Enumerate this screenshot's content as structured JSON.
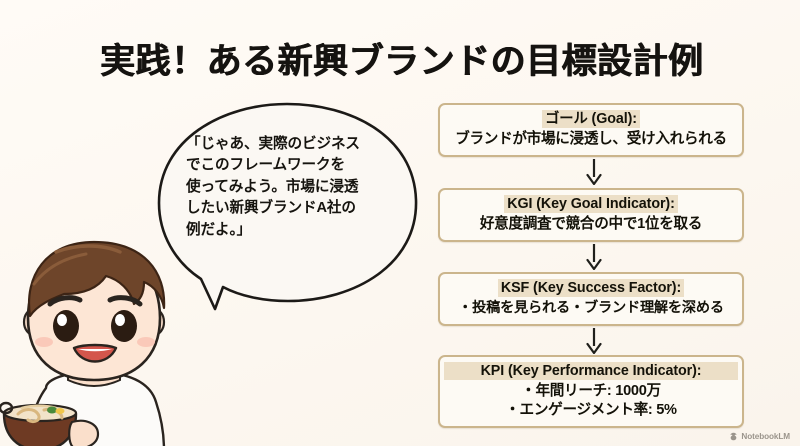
{
  "slide": {
    "background_color": "#fdf9f3",
    "title": "実践！ある新興ブランドの目標設計例"
  },
  "speech_bubble": {
    "speaker": "chibi-boy-character",
    "text": "「じゃあ、実際のビジネス\nでこのフレームワークを\n使ってみよう。市場に浸透\nしたい新興ブランドA社の\n例だよ。」"
  },
  "character": {
    "description": "chibi boy holding udon bowl",
    "hair_color": "#6b4326",
    "skin_color": "#fde5d4",
    "shirt_color": "#fbfbfa",
    "bowl_color": "#6e3a23"
  },
  "flow": {
    "border_color": "#cbb58c",
    "box_fill": "#fdfaf4",
    "highlight_color": "#ecdfc7",
    "arrow_color": "#20201c",
    "boxes": [
      {
        "id": "goal",
        "head": "ゴール (Goal):",
        "body": "ブランドが市場に浸透し、受け入れられる",
        "head_full_width": false
      },
      {
        "id": "kgi",
        "head": "KGI (Key Goal Indicator):",
        "body": "好意度調査で競合の中で1位を取る",
        "head_full_width": false
      },
      {
        "id": "ksf",
        "head": "KSF (Key Success Factor):",
        "body": "・投稿を見られる・ブランド理解を深める",
        "head_full_width": false
      },
      {
        "id": "kpi",
        "head": "KPI (Key Performance Indicator):",
        "body": "・年間リーチ: 1000万\n・エンゲージメント率: 5%",
        "head_full_width": true
      }
    ]
  },
  "watermark": {
    "label": "NotebookLM",
    "icon": "notebooklm-icon"
  }
}
